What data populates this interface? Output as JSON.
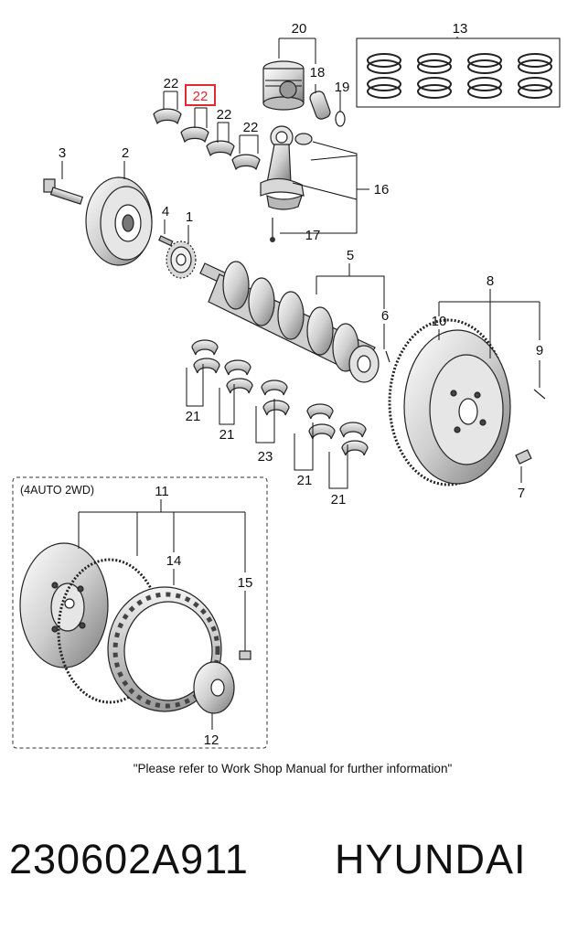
{
  "diagram": {
    "callouts": {
      "c20": "20",
      "c13": "13",
      "c18": "18",
      "c19": "19",
      "c22a": "22",
      "c22b": "22",
      "c22c": "22",
      "c22d": "22",
      "c3": "3",
      "c2": "2",
      "c4": "4",
      "c1": "1",
      "c16": "16",
      "c17": "17",
      "c5": "5",
      "c6": "6",
      "c8": "8",
      "c10": "10",
      "c9": "9",
      "c7": "7",
      "c21a": "21",
      "c21b": "21",
      "c21c": "21",
      "c21d": "21",
      "c23": "23",
      "c11": "11",
      "c14": "14",
      "c15": "15",
      "c12": "12"
    },
    "highlight_color": "#e0282e",
    "subassembly_label": "(4AUTO 2WD)",
    "note": "\"Please refer to Work Shop Manual for further information\""
  },
  "footer": {
    "part_number": "230602A911",
    "brand": "HYUNDAI"
  }
}
